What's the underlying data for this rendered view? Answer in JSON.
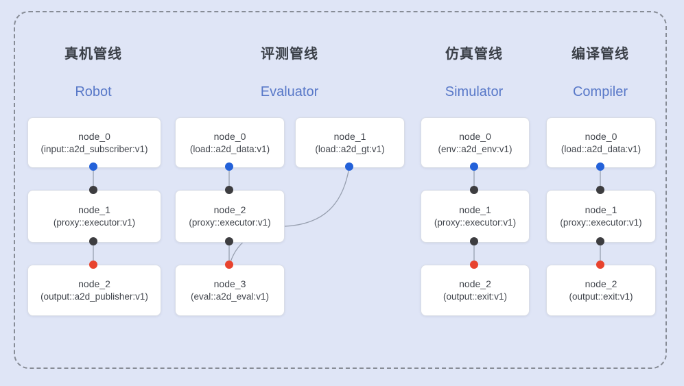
{
  "colors": {
    "bg": "#dfe5f6",
    "frame": "#878c96",
    "port-blue": "#2361d9",
    "port-dark": "#3d3d40",
    "port-red": "#e8432e",
    "edge": "#98a0b0",
    "title-zh": "#3b4048",
    "title-en": "#5878c8",
    "node-text": "#41454c",
    "box-border": "#d9dde6",
    "box-bg": "#ffffff"
  },
  "pipelines": [
    {
      "title_zh": "真机管线",
      "title_en": "Robot",
      "nodes": [
        {
          "title": "node_0",
          "subtitle": "(input::a2d_subscriber:v1)"
        },
        {
          "title": "node_1",
          "subtitle": "(proxy::executor:v1)"
        },
        {
          "title": "node_2",
          "subtitle": "(output::a2d_publisher:v1)"
        }
      ]
    },
    {
      "title_zh": "评测管线",
      "title_en": "Evaluator",
      "nodes": [
        {
          "title": "node_0",
          "subtitle": "(load::a2d_data:v1)"
        },
        {
          "title": "node_1",
          "subtitle": "(load::a2d_gt:v1)"
        },
        {
          "title": "node_2",
          "subtitle": "(proxy::executor:v1)"
        },
        {
          "title": "node_3",
          "subtitle": "(eval::a2d_eval:v1)"
        }
      ]
    },
    {
      "title_zh": "仿真管线",
      "title_en": "Simulator",
      "nodes": [
        {
          "title": "node_0",
          "subtitle": "(env::a2d_env:v1)"
        },
        {
          "title": "node_1",
          "subtitle": "(proxy::executor:v1)"
        },
        {
          "title": "node_2",
          "subtitle": "(output::exit:v1)"
        }
      ]
    },
    {
      "title_zh": "编译管线",
      "title_en": "Compiler",
      "nodes": [
        {
          "title": "node_0",
          "subtitle": "(load::a2d_data:v1)"
        },
        {
          "title": "node_1",
          "subtitle": "(proxy::executor:v1)"
        },
        {
          "title": "node_2",
          "subtitle": "(output::exit:v1)"
        }
      ]
    }
  ]
}
